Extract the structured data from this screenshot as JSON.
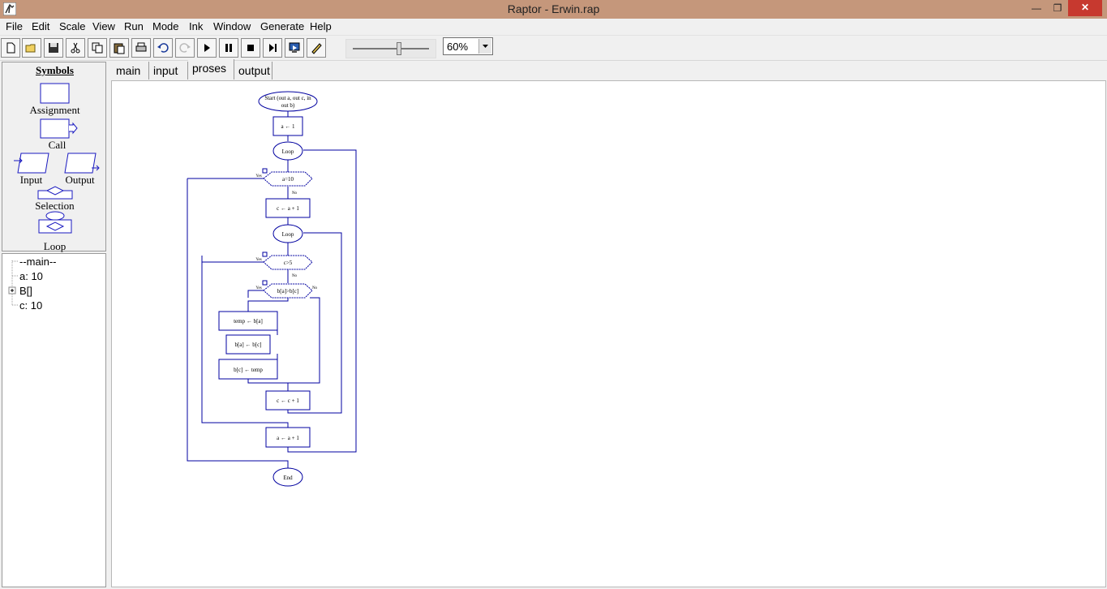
{
  "window": {
    "title": "Raptor - Erwin.rap"
  },
  "menu": [
    "File",
    "Edit",
    "Scale",
    "View",
    "Run",
    "Mode",
    "Ink",
    "Window",
    "Generate",
    "Help"
  ],
  "toolbar": {
    "zoom_value": "60%"
  },
  "symbols": {
    "title": "Symbols",
    "assignment": "Assignment",
    "call": "Call",
    "input": "Input",
    "output": "Output",
    "selection": "Selection",
    "loop": "Loop"
  },
  "variables": [
    "--main--",
    "a: 10",
    "B[]",
    "c: 10"
  ],
  "tabs": [
    "main",
    "input",
    "proses",
    "output"
  ],
  "active_tab": "proses",
  "flowchart": {
    "start": [
      "Start (out a, out c, in",
      "out b)"
    ],
    "a_init": "a ← 1",
    "loop_outer": "Loop",
    "cond_outer": "a=10",
    "c_assign": "c ← a + 1",
    "loop_inner": "Loop",
    "cond_inner": "c>5",
    "cond_compare": "b[a]>b[c]",
    "temp_assign": "temp ← b[a]",
    "ba_assign": "b[a] ← b[c]",
    "bc_assign": "b[c] ← temp",
    "c_inc": "c ← c + 1",
    "a_inc": "a ← a + 1",
    "end": "End",
    "yes": "Yes",
    "no": "No"
  }
}
